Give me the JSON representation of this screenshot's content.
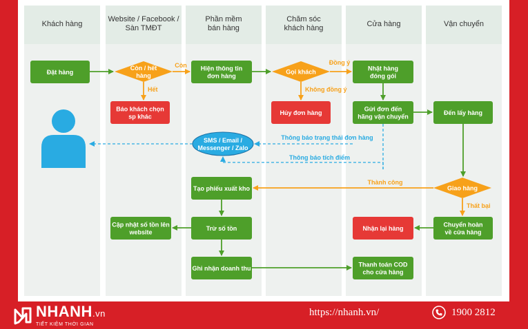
{
  "columns": [
    "Khách hàng",
    "Website / Facebook / Sàn TMĐT",
    "Phần mềm bán hàng",
    "Chăm sóc khách hàng",
    "Cửa hàng",
    "Vận chuyển"
  ],
  "nodes": {
    "dat_hang": [
      "Đặt hàng"
    ],
    "con_het_hang": [
      "Còn / hết",
      "hàng"
    ],
    "bao_khach": [
      "Báo khách chọn",
      "sp khác"
    ],
    "hien_thong_tin": [
      "Hiện thông tin",
      "đơn hàng"
    ],
    "goi_khach": [
      "Gọi khách"
    ],
    "huy_don": [
      "Hủy đơn hàng"
    ],
    "nhat_hang": [
      "Nhặt hàng",
      "đóng gói"
    ],
    "gui_don": [
      "Gửi đơn đến",
      "hãng vận chuyển"
    ],
    "den_lay_hang": [
      "Đến lấy hàng"
    ],
    "sms": [
      "SMS / Email /",
      "Messenger / Zalo"
    ],
    "tao_phieu": [
      "Tạo phiếu xuất kho"
    ],
    "giao_hang": [
      "Giao hàng"
    ],
    "tru_so_ton": [
      "Trừ số tồn"
    ],
    "cap_nhat": [
      "Cập nhật số tồn lên",
      "website"
    ],
    "nhan_lai": [
      "Nhận lại hàng"
    ],
    "chuyen_hoan": [
      "Chuyển hoàn",
      "về cửa hàng"
    ],
    "ghi_nhan": [
      "Ghi nhận doanh thu"
    ],
    "thanh_toan": [
      "Thanh toán COD",
      "cho cửa hàng"
    ]
  },
  "edge_labels": {
    "con": "Còn",
    "het": "Hết",
    "dong_y": "Đồng ý",
    "khong_dong_y": "Không đồng ý",
    "thong_bao_trang_thai": "Thông báo trạng thái đơn hàng",
    "thong_bao_tich_diem": "Thông báo tích điểm",
    "thanh_cong": "Thành công",
    "that_bai": "Thất bại"
  },
  "footer": {
    "brand": "NHANH",
    "brand_domain": ".vn",
    "tagline": "TIẾT KIỆM THỜI GIAN",
    "url": "https://nhanh.vn/",
    "phone": "1900 2812"
  },
  "colors": {
    "green": "#4e9f2a",
    "orange": "#f7a11a",
    "red": "#e63936",
    "blue": "#29abe2",
    "lane": "#eef1ef",
    "header": "#e3ece6",
    "brand_red": "#d71f26"
  }
}
